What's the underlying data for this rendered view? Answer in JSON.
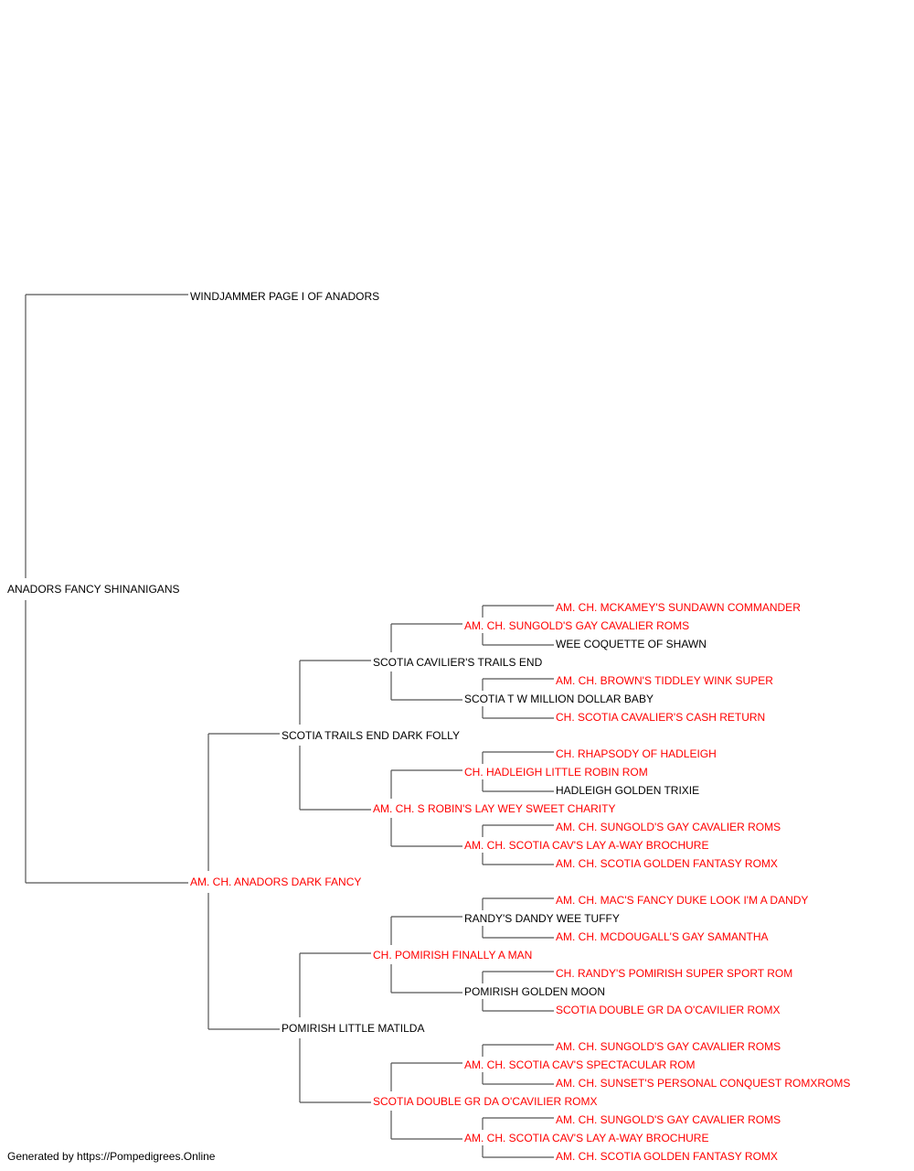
{
  "colors": {
    "highlight": "#ff0000",
    "normal": "#000000",
    "line": "#555555"
  },
  "pedigree": {
    "name": "ANADORS FANCY SHINANIGANS",
    "highlight": false,
    "sire": {
      "name": "WINDJAMMER PAGE I OF ANADORS",
      "highlight": false
    },
    "dam": {
      "name": "AM. CH. ANADORS DARK FANCY",
      "highlight": true,
      "sire": {
        "name": "SCOTIA TRAILS END DARK FOLLY",
        "highlight": false,
        "sire": {
          "name": "SCOTIA CAVILIER'S TRAILS END",
          "highlight": false,
          "sire": {
            "name": "AM. CH. SUNGOLD'S GAY CAVALIER ROMS",
            "highlight": true,
            "sire": {
              "name": "AM. CH. MCKAMEY'S SUNDAWN COMMANDER",
              "highlight": true
            },
            "dam": {
              "name": "WEE COQUETTE OF SHAWN",
              "highlight": false
            }
          },
          "dam": {
            "name": "SCOTIA T W MILLION DOLLAR BABY",
            "highlight": false,
            "sire": {
              "name": "AM. CH. BROWN'S TIDDLEY WINK SUPER",
              "highlight": true
            },
            "dam": {
              "name": "CH. SCOTIA CAVALIER'S CASH RETURN",
              "highlight": true
            }
          }
        },
        "dam": {
          "name": "AM. CH. S ROBIN'S LAY WEY SWEET CHARITY",
          "highlight": true,
          "sire": {
            "name": "CH. HADLEIGH LITTLE ROBIN ROM",
            "highlight": true,
            "sire": {
              "name": "CH. RHAPSODY OF HADLEIGH",
              "highlight": true
            },
            "dam": {
              "name": "HADLEIGH GOLDEN TRIXIE",
              "highlight": false
            }
          },
          "dam": {
            "name": "AM. CH. SCOTIA CAV'S LAY A-WAY BROCHURE",
            "highlight": true,
            "sire": {
              "name": "AM. CH. SUNGOLD'S GAY CAVALIER ROMS",
              "highlight": true
            },
            "dam": {
              "name": "AM. CH. SCOTIA GOLDEN FANTASY ROMX",
              "highlight": true
            }
          }
        }
      },
      "dam": {
        "name": "POMIRISH LITTLE MATILDA",
        "highlight": false,
        "sire": {
          "name": "CH. POMIRISH FINALLY A MAN",
          "highlight": true,
          "sire": {
            "name": "RANDY'S DANDY WEE TUFFY",
            "highlight": false,
            "sire": {
              "name": "AM. CH. MAC'S FANCY DUKE LOOK I'M A DANDY",
              "highlight": true
            },
            "dam": {
              "name": "AM. CH. MCDOUGALL'S GAY SAMANTHA",
              "highlight": true
            }
          },
          "dam": {
            "name": "POMIRISH GOLDEN MOON",
            "highlight": false,
            "sire": {
              "name": "CH. RANDY'S POMIRISH SUPER SPORT ROM",
              "highlight": true
            },
            "dam": {
              "name": "SCOTIA DOUBLE GR DA O'CAVILIER ROMX",
              "highlight": true
            }
          }
        },
        "dam": {
          "name": "SCOTIA DOUBLE GR DA O'CAVILIER ROMX",
          "highlight": true,
          "sire": {
            "name": "AM. CH. SCOTIA CAV'S SPECTACULAR ROM",
            "highlight": true,
            "sire": {
              "name": "AM. CH. SUNGOLD'S GAY CAVALIER ROMS",
              "highlight": true
            },
            "dam": {
              "name": "AM. CH. SUNSET'S PERSONAL CONQUEST ROMXROMS",
              "highlight": true
            }
          },
          "dam": {
            "name": "AM. CH. SCOTIA CAV'S LAY A-WAY BROCHURE",
            "highlight": true,
            "sire": {
              "name": "AM. CH. SUNGOLD'S GAY CAVALIER ROMS",
              "highlight": true
            },
            "dam": {
              "name": "AM. CH. SCOTIA GOLDEN FANTASY ROMX",
              "highlight": true
            }
          }
        }
      }
    }
  },
  "footer": "Generated by https://Pompedigrees.Online"
}
